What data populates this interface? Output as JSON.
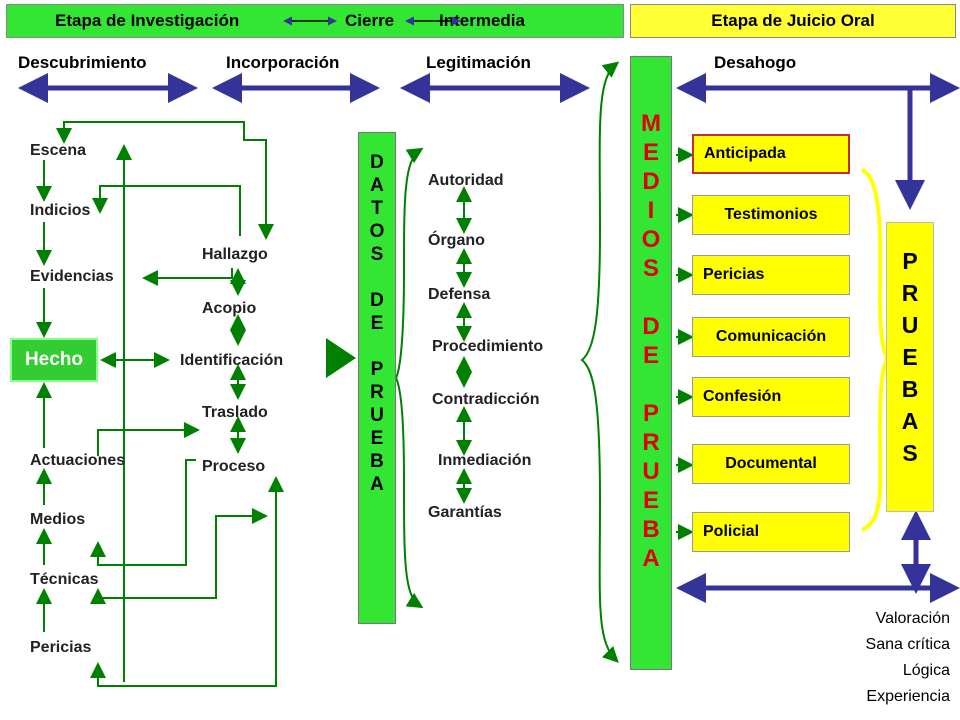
{
  "header": {
    "left": {
      "part1": "Etapa de Investigación",
      "part2": "Cierre",
      "part3": "Intermedia"
    },
    "right": "Etapa de Juicio Oral"
  },
  "phases": [
    "Descubrimiento",
    "Incorporación",
    "Legitimación",
    "Desahogo"
  ],
  "left_column": [
    "Escena",
    "Indicios",
    "Evidencias",
    "Actuaciones",
    "Medios",
    "Técnicas",
    "Pericias"
  ],
  "hecho": "Hecho",
  "middle_column": [
    "Hallazgo",
    "Acopio",
    "Identificación",
    "Traslado",
    "Proceso"
  ],
  "datos_letters": [
    "D",
    "A",
    "T",
    "O",
    "S",
    "",
    "D",
    "E",
    "",
    "P",
    "R",
    "U",
    "E",
    "B",
    "A"
  ],
  "principles": [
    "Autoridad",
    "Órgano",
    "Defensa",
    "Procedimiento",
    "Contradicción",
    "Inmediación",
    "Garantías"
  ],
  "medios_letters": [
    "M",
    "E",
    "D",
    "I",
    "O",
    "S",
    "",
    "D",
    "E",
    "",
    "P",
    "R",
    "U",
    "E",
    "B",
    "A"
  ],
  "medios_boxes": [
    "Anticipada",
    "Testimonios",
    "Pericias",
    "Comunicación",
    "Confesión",
    "Documental",
    "Policial"
  ],
  "pruebas_letters": [
    "P",
    "R",
    "U",
    "E",
    "B",
    "A",
    "S"
  ],
  "valoracion": [
    "Valoración",
    "Sana crítica",
    "Lógica",
    "Experiencia"
  ],
  "colors": {
    "green": "#33e633",
    "yellow": "#ffff33",
    "arrow_green": "#008000",
    "arrow_blue": "#333399"
  }
}
